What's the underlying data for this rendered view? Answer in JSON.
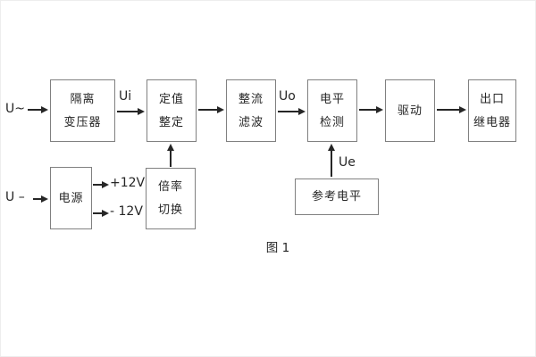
{
  "diagram": {
    "caption": "图 1",
    "blocks": {
      "isolation": {
        "line1": "隔离",
        "line2": "变压器"
      },
      "setting": {
        "line1": "定值",
        "line2": "整定"
      },
      "rectify": {
        "line1": "整流",
        "line2": "滤波"
      },
      "level": {
        "line1": "电平",
        "line2": "检测"
      },
      "drive": {
        "line1": "驱动"
      },
      "relay": {
        "line1": "出口",
        "line2": "继电器"
      },
      "power": {
        "line1": "电源"
      },
      "ratio": {
        "line1": "倍率",
        "line2": "切换"
      },
      "reference": {
        "line1": "参考电平"
      }
    },
    "signals": {
      "input_ac": "U~",
      "ui": "Ui",
      "uo": "Uo",
      "input_dc": "U –",
      "plus12": "+12V",
      "minus12": "- 12V",
      "ue": "Ue"
    },
    "colors": {
      "background": "#ffffff",
      "box_border": "#808080",
      "line": "#262626",
      "text": "#262626"
    }
  }
}
